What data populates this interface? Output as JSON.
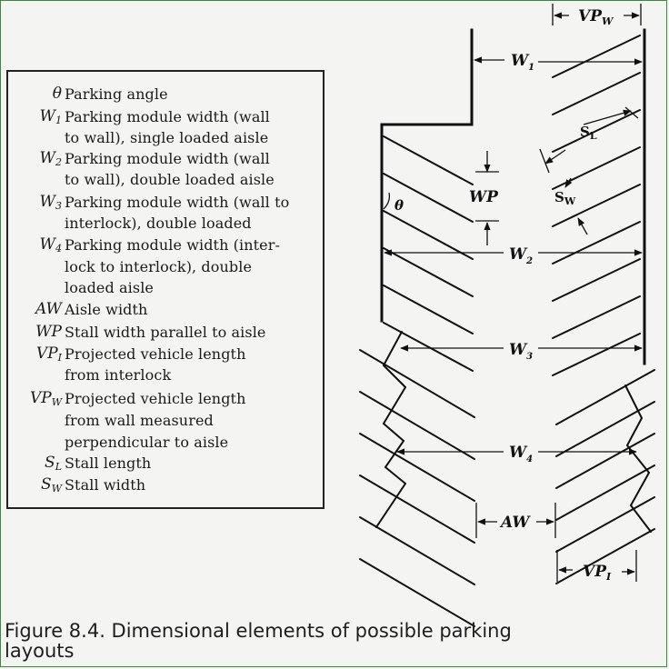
{
  "legend": {
    "items": [
      {
        "symbol": "θ",
        "sub": "",
        "lines": [
          "Parking angle"
        ]
      },
      {
        "symbol": "W",
        "sub": "1",
        "lines": [
          "Parking module width (wall",
          "to wall), single loaded aisle"
        ]
      },
      {
        "symbol": "W",
        "sub": "2",
        "lines": [
          "Parking module width (wall",
          "to wall), double loaded aisle"
        ]
      },
      {
        "symbol": "W",
        "sub": "3",
        "lines": [
          "Parking module width (wall to",
          "interlock), double loaded"
        ]
      },
      {
        "symbol": "W",
        "sub": "4",
        "lines": [
          "Parking module width (inter-",
          "lock to interlock), double",
          "loaded aisle"
        ]
      },
      {
        "symbol": "AW",
        "sub": "",
        "lines": [
          "Aisle width"
        ]
      },
      {
        "symbol": "WP",
        "sub": "",
        "lines": [
          "Stall width parallel to aisle"
        ]
      },
      {
        "symbol": "VP",
        "sub": "I",
        "lines": [
          "Projected vehicle length",
          "from interlock"
        ]
      },
      {
        "symbol": "VP",
        "sub": "W",
        "lines": [
          "Projected vehicle length",
          "from wall measured",
          "perpendicular to aisle"
        ]
      },
      {
        "symbol": "S",
        "sub": "L",
        "lines": [
          "Stall length"
        ]
      },
      {
        "symbol": "S",
        "sub": "W",
        "lines": [
          "Stall width"
        ]
      }
    ]
  },
  "diagram": {
    "labels": {
      "vpw": {
        "main": "VP",
        "sub": "W"
      },
      "w1": {
        "main": "W",
        "sub": "1"
      },
      "sl": {
        "main": "S",
        "sub": "L"
      },
      "wp": {
        "main": "WP",
        "sub": ""
      },
      "sw": {
        "main": "S",
        "sub": "W"
      },
      "theta": {
        "main": "θ",
        "sub": ""
      },
      "w2": {
        "main": "W",
        "sub": "2"
      },
      "w3": {
        "main": "W",
        "sub": "3"
      },
      "w4": {
        "main": "W",
        "sub": "4"
      },
      "aw": {
        "main": "AW",
        "sub": ""
      },
      "vpi": {
        "main": "VP",
        "sub": "I"
      }
    }
  },
  "caption": {
    "line1": "Figure 8.4. Dimensional elements of possible parking",
    "line2": "layouts"
  }
}
